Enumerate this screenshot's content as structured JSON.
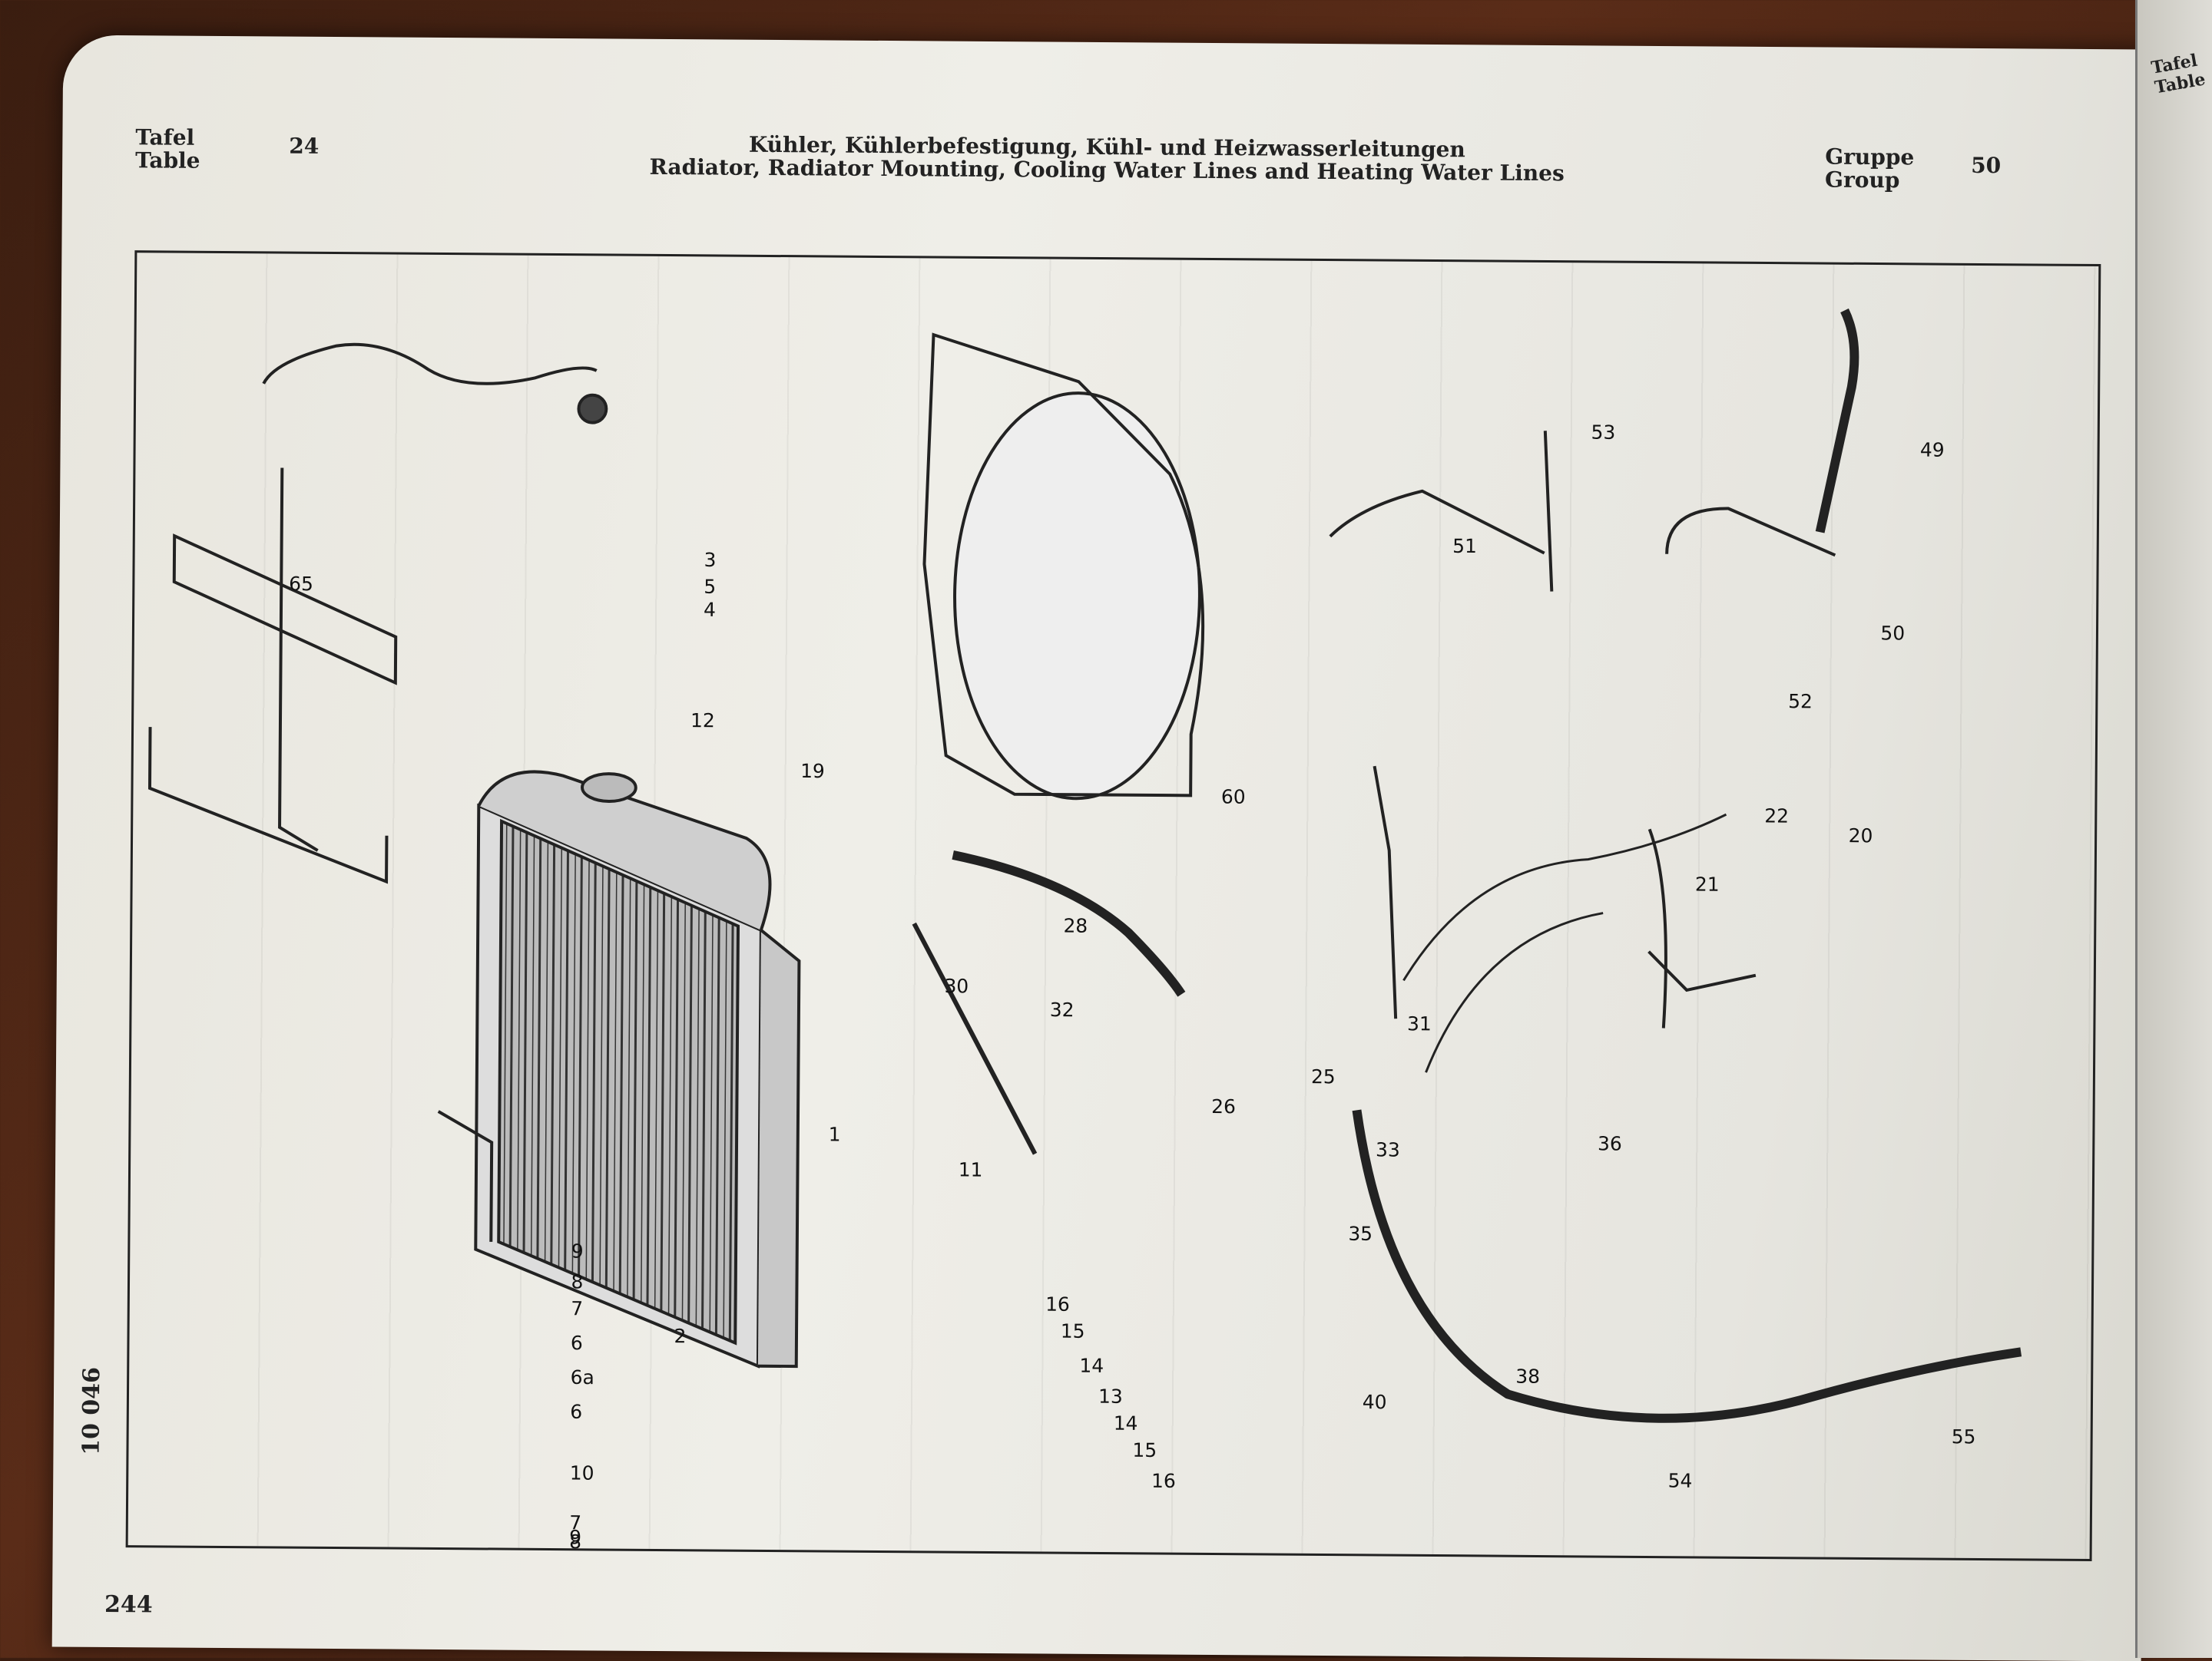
{
  "header": {
    "tafel_label_de": "Tafel",
    "tafel_label_en": "Table",
    "tafel_number": "24",
    "title_de": "Kühler, Kühlerbefestigung, Kühl- und Heizwasserleitungen",
    "title_en": "Radiator, Radiator Mounting, Cooling Water Lines and Heating Water Lines",
    "gruppe_label_de": "Gruppe",
    "gruppe_label_en": "Group",
    "gruppe_number": "50"
  },
  "side_number": "10 046",
  "page_number": "244",
  "next_page": {
    "tafel_de": "Tafel",
    "tafel_en": "Table"
  },
  "part_labels": {
    "p65": "65",
    "p3": "3",
    "p5": "5",
    "p4": "4",
    "p12": "12",
    "p19": "19",
    "p60": "60",
    "p53": "53",
    "p49": "49",
    "p51": "51",
    "p50": "50",
    "p52": "52",
    "p22": "22",
    "p20": "20",
    "p21": "21",
    "p28": "28",
    "p30": "30",
    "p32": "32",
    "p25": "25",
    "p26": "26",
    "p31": "31",
    "p1": "1",
    "p11": "11",
    "p33": "33",
    "p36": "36",
    "p35": "35",
    "p9a": "9",
    "p8a": "8",
    "p7a": "7",
    "p6a": "6",
    "p6aa": "6a",
    "p6b": "6",
    "p10": "10",
    "p7b": "7",
    "p8b": "8",
    "p9b": "9",
    "p2": "2",
    "p16a": "16",
    "p15a": "15",
    "p14a": "14",
    "p13": "13",
    "p14b": "14",
    "p15b": "15",
    "p16b": "16",
    "p38": "38",
    "p40": "40",
    "p54": "54",
    "p55": "55"
  }
}
